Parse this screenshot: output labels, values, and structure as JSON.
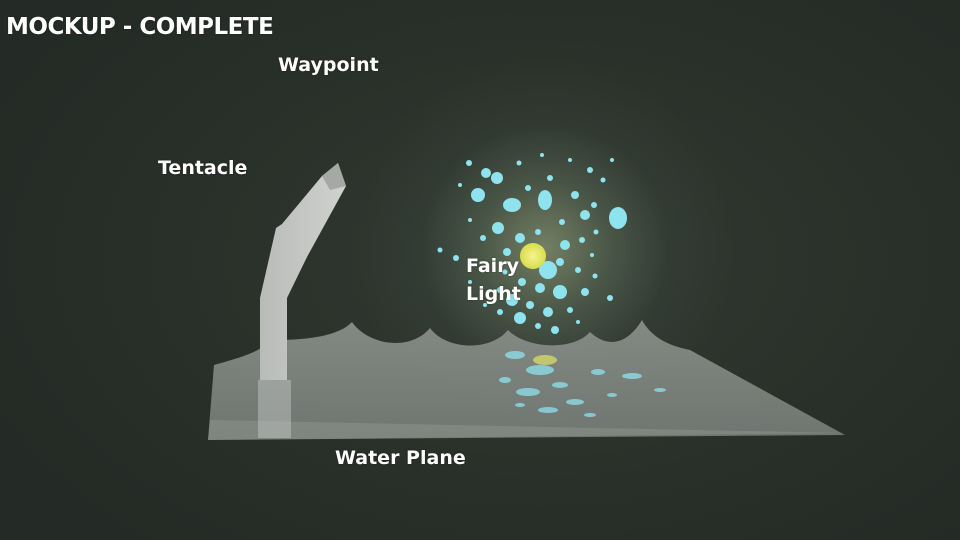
{
  "scene": {
    "title": "MOCKUP - COMPLETE",
    "background_color": "#283029"
  },
  "labels": {
    "waypoint": "Waypoint",
    "tentacle": "Tentacle",
    "fairy_light_line1": "Fairy",
    "fairy_light_line2": "Light",
    "water_plane": "Water Plane"
  },
  "colors": {
    "particle": "#8ee3ef",
    "fairy_core": "#e8ec6a",
    "water": "#7f8580",
    "tentacle": "#c3c6c3",
    "glow": "#a9b98c"
  }
}
